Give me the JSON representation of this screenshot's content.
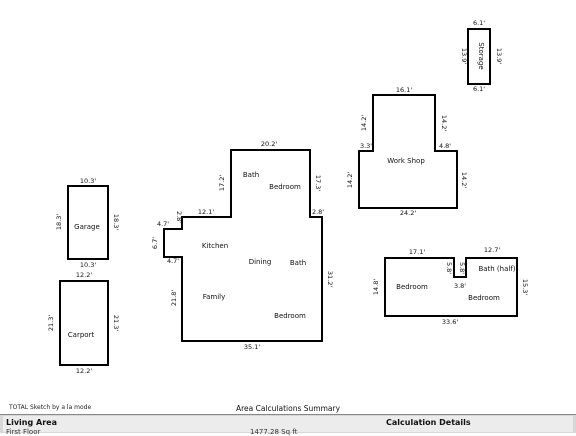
{
  "plan": {
    "storage": {
      "name": "Storage",
      "top": "6.1'",
      "bottom": "6.1'",
      "left": "13.9'",
      "right": "13.9'"
    },
    "workshop": {
      "name": "Work Shop",
      "top": "16.1'",
      "left_upper": "14.2'",
      "right_upper": "14.2'",
      "left_step": "3.3'",
      "right_step": "4.8'",
      "left_lower": "14.2'",
      "right_lower": "14.2'",
      "bottom": "24.2'"
    },
    "garage": {
      "name": "Garage",
      "top": "10.3'",
      "bottom": "10.3'",
      "left": "18.3'",
      "right": "18.3'"
    },
    "carport": {
      "name": "Carport",
      "top": "12.2'",
      "bottom": "12.2'",
      "left": "21.3'",
      "right": "21.3'"
    },
    "house": {
      "rooms": {
        "bath_upper": "Bath",
        "bedroom_upper": "Bedroom",
        "kitchen": "Kitchen",
        "dining": "Dining",
        "bath_mid": "Bath",
        "family": "Family",
        "bedroom_lower": "Bedroom"
      },
      "dims": {
        "top": "20.2'",
        "upper_left": "17.2'",
        "upper_right": "17.3'",
        "right_step": "2.8'",
        "left_step_top": "12.1'",
        "notch_vert": "2.8'",
        "notch_top": "4.7'",
        "notch_left": "6.7'",
        "notch_bottom": "4.7'",
        "lower_left": "21.8'",
        "right": "31.2'",
        "bottom": "35.1'"
      }
    },
    "guest": {
      "rooms": {
        "bedroom_left": "Bedroom",
        "bath_half": "Bath (half)",
        "bedroom_right": "Bedroom"
      },
      "dims": {
        "top_left": "17.1'",
        "top_right": "12.7'",
        "notch_left": "5.8'",
        "notch_right": "5.8'",
        "notch_bottom": "3.8'",
        "left": "14.8'",
        "right": "15.3'",
        "bottom": "33.6'"
      }
    }
  },
  "footer": {
    "sketch_credit": "TOTAL Sketch by a la mode",
    "summary_title": "Area Calculations Summary",
    "living_area_header": "Living Area",
    "calc_details_header": "Calculation Details",
    "first_floor_label": "First Floor",
    "first_floor_value": "1477.28 Sq ft"
  }
}
